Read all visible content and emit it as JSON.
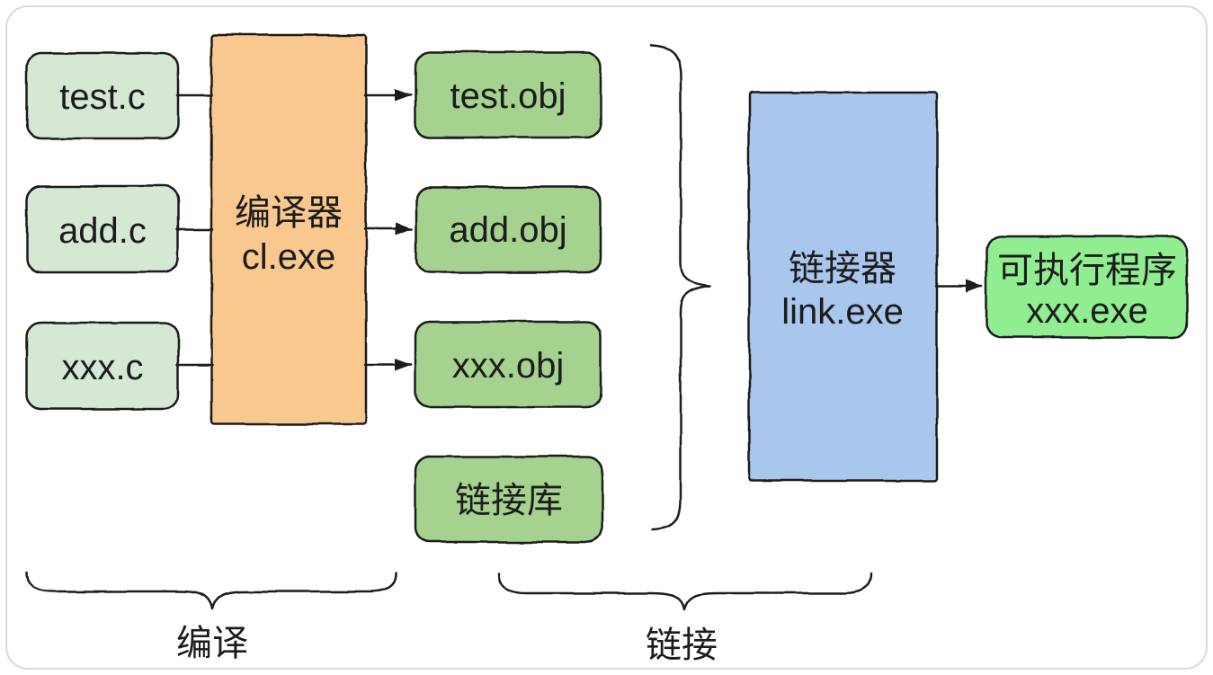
{
  "diagram": {
    "nodes": {
      "sources": [
        {
          "label": "test.c"
        },
        {
          "label": "add.c"
        },
        {
          "label": "xxx.c"
        }
      ],
      "compiler": {
        "name": "编译器",
        "program": "cl.exe"
      },
      "objects": [
        {
          "label": "test.obj"
        },
        {
          "label": "add.obj"
        },
        {
          "label": "xxx.obj"
        }
      ],
      "library": {
        "label": "链接库"
      },
      "linker": {
        "name": "链接器",
        "program": "link.exe"
      },
      "executable": {
        "name": "可执行程序",
        "program": "xxx.exe"
      }
    },
    "stages": {
      "compile": "编译",
      "link": "链接"
    },
    "colors": {
      "source_fill": "#d5e8d4",
      "object_fill": "#a5d38f",
      "library_fill": "#a5d38f",
      "executable_fill": "#90ee90",
      "compiler_fill": "#f9c88e",
      "linker_fill": "#a9c6ec",
      "stroke": "#1c1c1c",
      "frame": "#d9d9d9"
    }
  }
}
